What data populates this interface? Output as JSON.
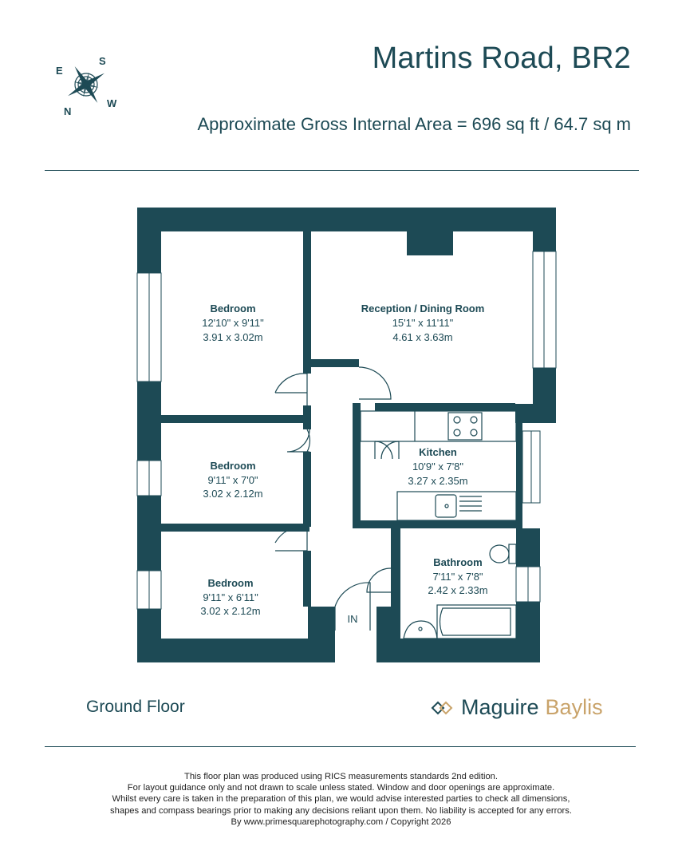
{
  "header": {
    "title": "Martins Road, BR2",
    "area": "Approximate Gross Internal Area = 696 sq ft / 64.7 sq m"
  },
  "compass": {
    "n": "N",
    "s": "S",
    "e": "E",
    "w": "W"
  },
  "rooms": {
    "bedroom1": {
      "name": "Bedroom",
      "imperial": "12'10\" x 9'11\"",
      "metric": "3.91 x 3.02m"
    },
    "reception": {
      "name": "Reception / Dining Room",
      "imperial": "15'1\" x 11'11\"",
      "metric": "4.61 x 3.63m"
    },
    "bedroom2": {
      "name": "Bedroom",
      "imperial": "9'11\" x 7'0\"",
      "metric": "3.02 x 2.12m"
    },
    "kitchen": {
      "name": "Kitchen",
      "imperial": "10'9\" x 7'8\"",
      "metric": "3.27 x 2.35m"
    },
    "bathroom": {
      "name": "Bathroom",
      "imperial": "7'11\" x 7'8\"",
      "metric": "2.42 x 2.33m"
    },
    "bedroom3": {
      "name": "Bedroom",
      "imperial": "9'11\" x 6'11\"",
      "metric": "3.02 x 2.12m"
    }
  },
  "entrance": "IN",
  "floor_label": "Ground Floor",
  "logo": {
    "first": "Maguire",
    "second": "Baylis"
  },
  "disclaimer": [
    "This floor plan was produced using RICS measurements standards 2nd edition.",
    "For layout guidance only and not drawn to scale unless stated. Window and door openings are approximate.",
    "Whilst every care is taken in the preparation of this plan, we would advise interested parties to check all dimensions,",
    "shapes and compass bearings prior to making any decisions reliant upon them. No liability is accepted for any errors.",
    "By www.primesquarephotography.com / Copyright 2026"
  ],
  "colors": {
    "wall": "#1d4a55",
    "accent": "#c9a36a",
    "background": "#ffffff"
  }
}
